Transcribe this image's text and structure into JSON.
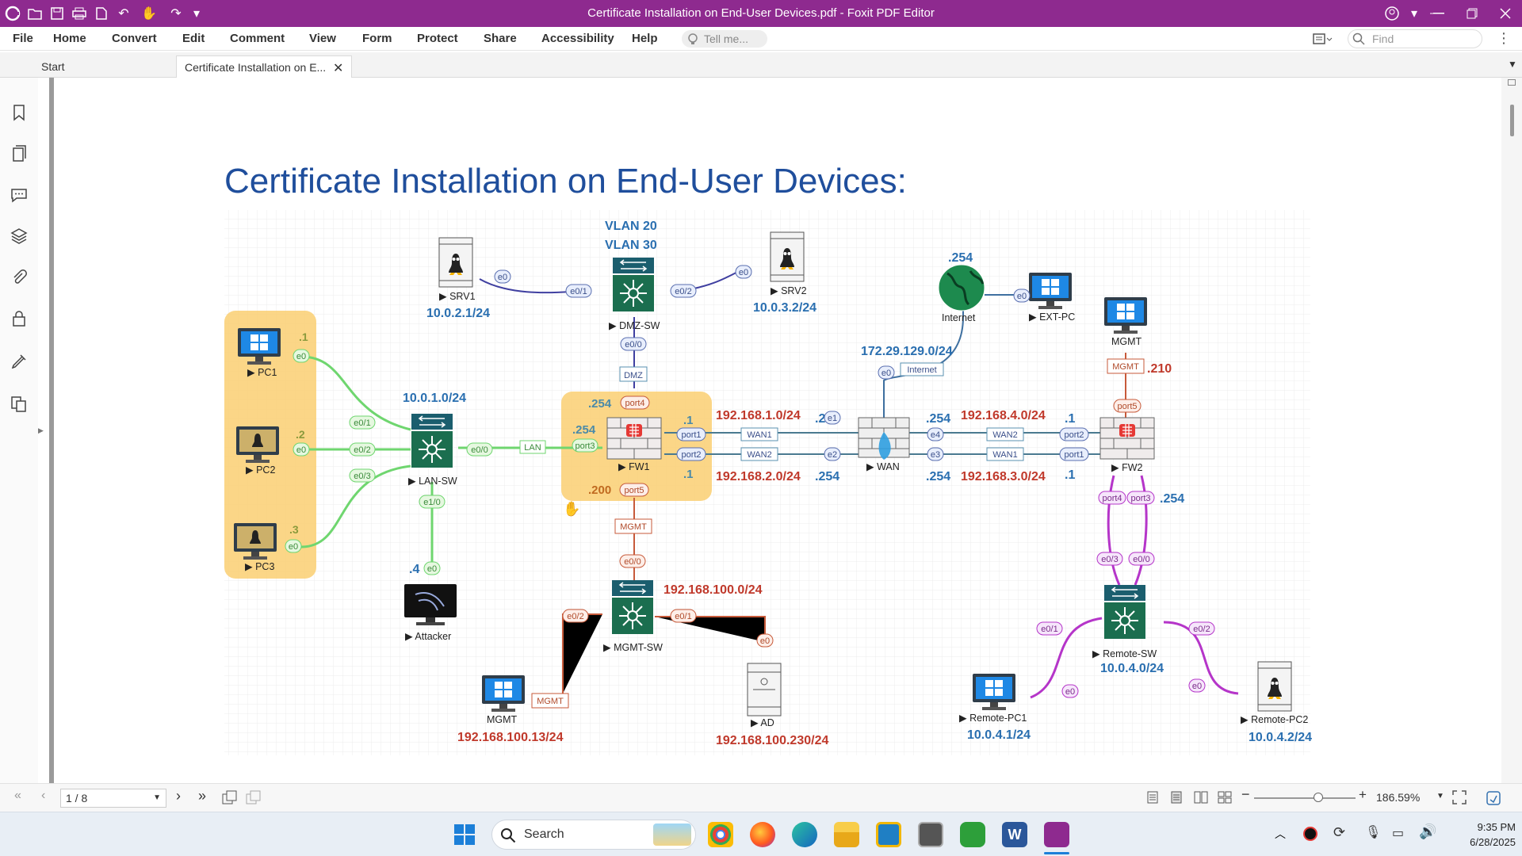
{
  "app": {
    "title": "Certificate Installation on End-User Devices.pdf - Foxit PDF Editor",
    "accent": "#8e2a8f"
  },
  "menu": [
    "File",
    "Home",
    "Convert",
    "Edit",
    "Comment",
    "View",
    "Form",
    "Protect",
    "Share",
    "Accessibility",
    "Help"
  ],
  "tellme_placeholder": "Tell me...",
  "find_placeholder": "Find",
  "tabs": [
    {
      "label": "Start"
    },
    {
      "label": "Certificate Installation on E..."
    }
  ],
  "sidebar_icons": [
    "bookmark-icon",
    "pages-icon",
    "comment-icon",
    "layers-icon",
    "attachment-icon",
    "security-icon",
    "signature-icon",
    "compare-icon"
  ],
  "doc": {
    "title": "Certificate Installation on End-User Devices:",
    "diagram": {
      "vlan1": "VLAN 20",
      "vlan2": "VLAN 30",
      "srv1": "SRV1",
      "srv1_net": "10.0.2.1/24",
      "srv1_port": "e0",
      "srv2": "SRV2",
      "srv2_net": "10.0.3.2/24",
      "srv2_port": "e0",
      "dmzsw": "DMZ-SW",
      "dmz_e01": "e0/1",
      "dmz_e02": "e0/2",
      "dmz_e00": "e0/0",
      "dmz": "DMZ",
      "pc1": "PC1",
      "pc1_ip": ".1",
      "pc2": "PC2",
      "pc2_ip": ".2",
      "pc3": "PC3",
      "pc3_ip": ".3",
      "e0": "e0",
      "lan_net": "10.0.1.0/24",
      "lansw": "LAN-SW",
      "lan_e01": "e0/1",
      "lan_e02": "e0/2",
      "lan_e03": "e0/3",
      "lan_e00": "e0/0",
      "lan_e10": "e1/0",
      "lan": "LAN",
      "attacker": "Attacker",
      "att_ip": ".4",
      "fw1": "FW1",
      "fw1_254a": ".254",
      "fw1_254b": ".254",
      "fw1_200": ".200",
      "port4": "port4",
      "port3": "port3",
      "port5": "port5",
      "port1": "port1",
      "port2": "port2",
      "fw1_1a": ".1",
      "fw1_1b": ".1",
      "net_192_1": "192.168.1.0/24",
      "net_192_2": "192.168.2.0/24",
      "wan1": "WAN1",
      "wan2": "WAN2",
      "ip254a": ".254",
      "ip254b": ".254",
      "wan": "WAN",
      "e1": "e1",
      "e2": "e2",
      "e3": "e3",
      "e4": "e4",
      "wan_e0": "e0",
      "internet": "Internet",
      "internet_lbl": "Internet",
      "internet_ip": ".254",
      "net_172": "172.29.129.0/24",
      "extpc": "EXT-PC",
      "net_192_4": "192.168.4.0/24",
      "net_192_3": "192.168.3.0/24",
      "ip254c": ".254",
      "ip254d": ".254",
      "fw2_1a": ".1",
      "fw2_1b": ".1",
      "fw2": "FW2",
      "mgmt_top": "MGMT",
      "mgmt_tag": "MGMT",
      "mgmt_ip": ".210",
      "fw2_port5": "port5",
      "fw2_port4": "port4",
      "fw2_port3": "port3",
      "fw2_254": ".254",
      "rsw_e03": "e0/3",
      "rsw_e00": "e0/0",
      "rsw_e01": "e0/1",
      "rsw_e02": "e0/2",
      "remotesw": "Remote-SW",
      "remote_net": "10.0.4.0/24",
      "rpc1": "Remote-PC1",
      "rpc1_ip": "10.0.4.1/24",
      "rpc2": "Remote-PC2",
      "rpc2_ip": "10.0.4.2/24",
      "fw1_mgmt": "MGMT",
      "msw_e00": "e0/0",
      "mgmtsw": "MGMT-SW",
      "mgmt_net": "192.168.100.0/24",
      "msw_e02": "e0/2",
      "msw_e01": "e0/1",
      "ad": "AD",
      "ad_ip": "192.168.100.230/24",
      "ad_e0": "e0",
      "mgmtpc": "MGMT",
      "mgmtpc_tag": "MGMT",
      "mgmtpc_ip": "192.168.100.13/24"
    }
  },
  "status": {
    "page": "1 / 8",
    "zoom": "186.59%"
  },
  "taskbar": {
    "search": "Search",
    "time": "9:35 PM",
    "date": "6/28/2025"
  }
}
